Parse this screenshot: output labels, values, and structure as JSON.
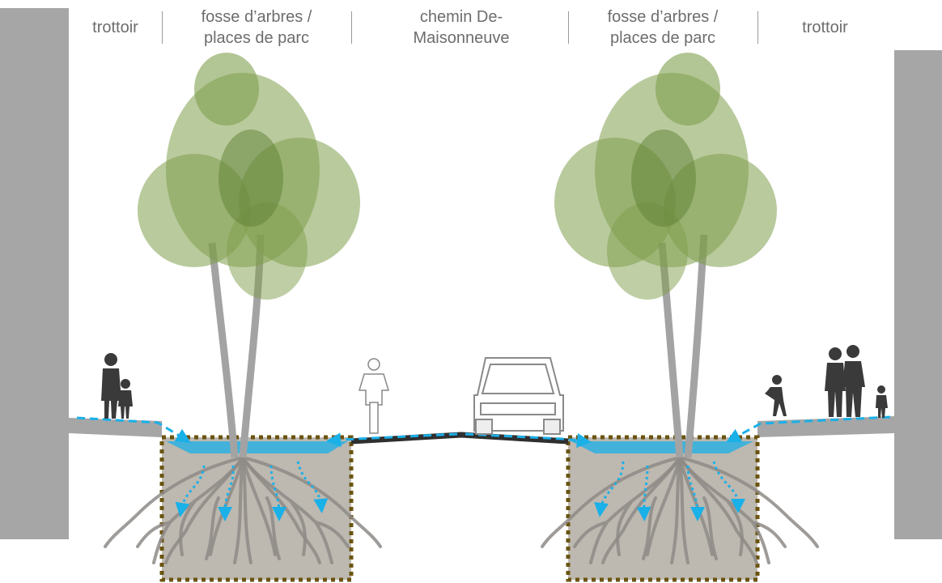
{
  "labels": {
    "left_sidewalk": "trottoir",
    "left_tree_pit": "fosse d’arbres / places de parc",
    "road": "chemin De-Maisonneuve",
    "right_tree_pit": "fosse d’arbres / places de parc",
    "right_sidewalk": "trottoir"
  },
  "colors": {
    "water": "#1ab0e8",
    "soil": "#bdb8b0",
    "foliage": "#7f9e4c",
    "wall": "#a6a6a6",
    "pit_border": "#6b5410"
  }
}
